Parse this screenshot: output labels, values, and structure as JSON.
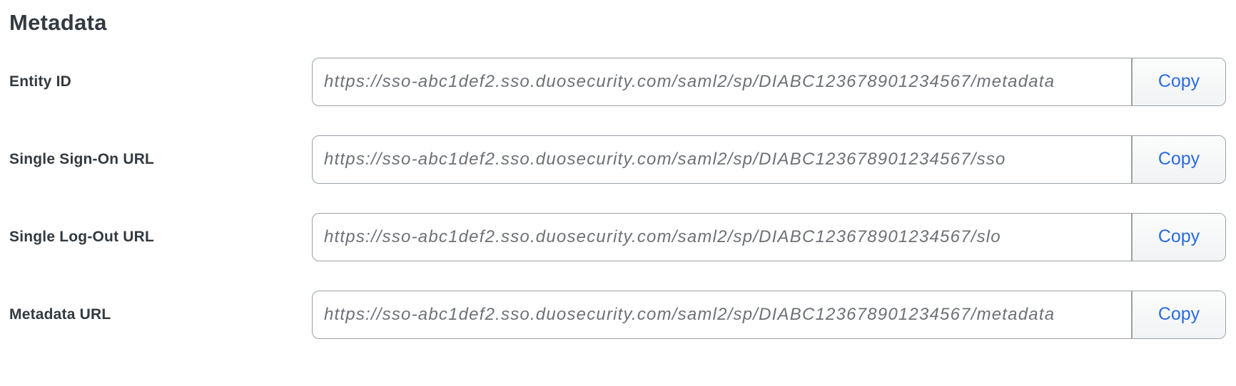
{
  "page": {
    "title": "Metadata"
  },
  "colors": {
    "accent_blue": "#2a6ce0",
    "border_gray": "#9ba1a6",
    "label_dark": "#333a40",
    "url_text_gray": "#6d7176"
  },
  "rows": [
    {
      "label": "Entity ID",
      "value": "https://sso-abc1def2.sso.duosecurity.com/saml2/sp/DIABC123678901234567/metadata",
      "copy_label": "Copy"
    },
    {
      "label": "Single Sign-On URL",
      "value": "https://sso-abc1def2.sso.duosecurity.com/saml2/sp/DIABC123678901234567/sso",
      "copy_label": "Copy"
    },
    {
      "label": "Single Log-Out URL",
      "value": "https://sso-abc1def2.sso.duosecurity.com/saml2/sp/DIABC123678901234567/slo",
      "copy_label": "Copy"
    },
    {
      "label": "Metadata URL",
      "value": "https://sso-abc1def2.sso.duosecurity.com/saml2/sp/DIABC123678901234567/metadata",
      "copy_label": "Copy"
    }
  ]
}
